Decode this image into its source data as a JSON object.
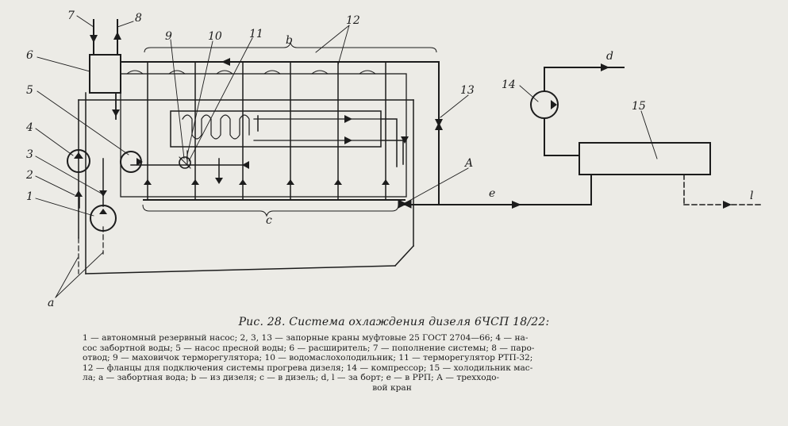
{
  "figure": {
    "title": "Рис. 28. Система охлаждения дизеля 6ЧСП 18/22:",
    "legend_lines": [
      "1 — автономный резервный насос; 2, 3, 13 — запорные краны муфтовые 25 ГОСТ 2704—66; 4 — на-",
      "сос забортной воды; 5 — насос пресной воды; 6 — расширитель; 7 — пополнение системы; 8 — паро-",
      "отвод; 9 — маховичок терморегулятора; 10 — водомаслохолодильник; 11 — терморегулятор РТП-32;",
      "12 — фланцы для подключения системы прогрева дизеля; 14 — компрессор; 15 — холодильник мас-",
      "ла; а — забортная вода; b — из дизеля; с — в дизель; d, l — за борт; е — в РРП; А — трехходо-",
      "вой кран"
    ]
  },
  "labels": {
    "n1": "1",
    "n2": "2",
    "n3": "3",
    "n4": "4",
    "n5": "5",
    "n6": "6",
    "n7": "7",
    "n8": "8",
    "n9": "9",
    "n10": "10",
    "n11": "11",
    "n12": "12",
    "n13": "13",
    "n14": "14",
    "n15": "15",
    "a": "a",
    "b": "b",
    "c": "c",
    "d": "d",
    "e": "e",
    "l": "l",
    "A": "A"
  }
}
